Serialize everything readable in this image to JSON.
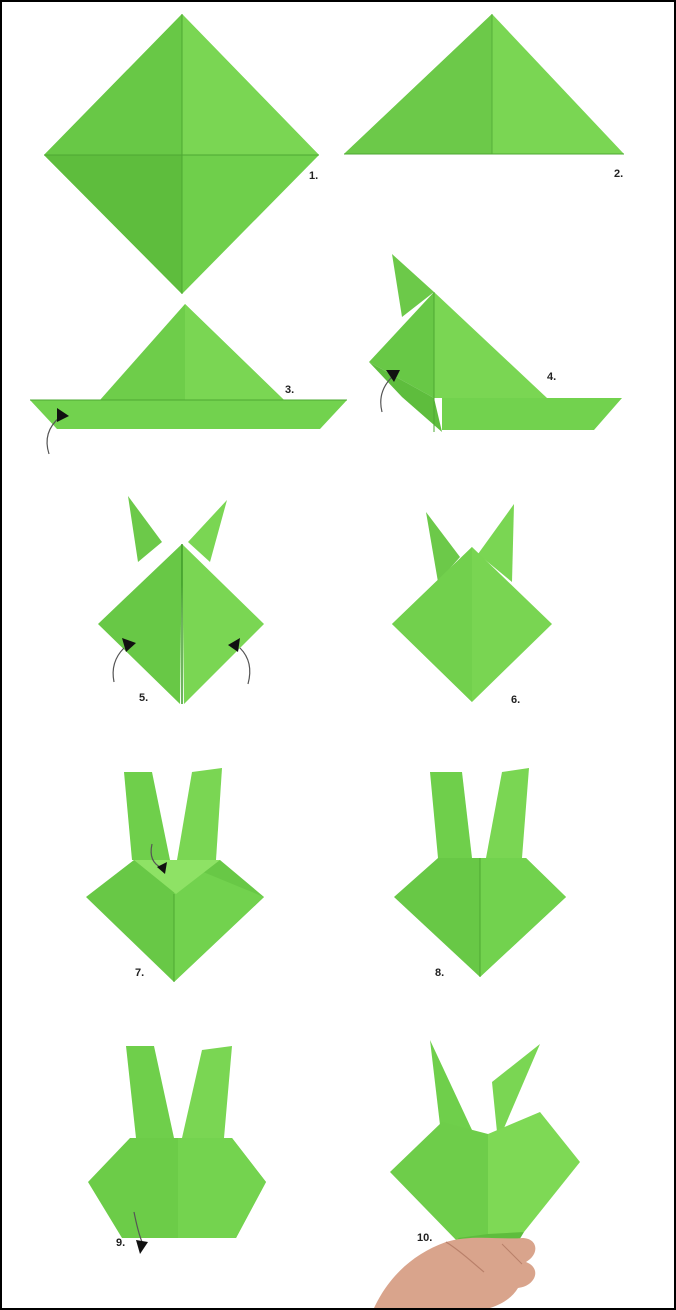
{
  "steps": [
    {
      "label": "1."
    },
    {
      "label": "2."
    },
    {
      "label": "3."
    },
    {
      "label": "4."
    },
    {
      "label": "5."
    },
    {
      "label": "6."
    },
    {
      "label": "7."
    },
    {
      "label": "8."
    },
    {
      "label": "9."
    },
    {
      "label": "10."
    }
  ],
  "colors": {
    "paper_dark": "#5fbf3e",
    "paper_mid": "#6fcf4b",
    "paper_light": "#86dd5c",
    "paper_shadow": "#4ea833",
    "skin": "#d9a48c"
  }
}
